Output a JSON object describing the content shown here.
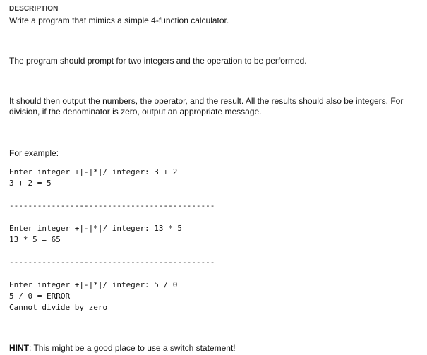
{
  "heading": "DESCRIPTION",
  "paragraphs": {
    "intro": "Write a program that mimics a simple 4-function calculator.",
    "prompt": "The program should prompt for two integers and the operation to be performed.",
    "division": "It should then output the numbers, the operator, and the result.  All the results should also be integers. For division, if the denominator is zero, output an appropriate message.",
    "example_label": "For example:"
  },
  "examples": [
    {
      "lines": [
        "Enter integer +|-|*|/ integer: 3 + 2",
        "3 + 2 = 5"
      ]
    },
    {
      "lines": [
        "Enter integer +|-|*|/ integer: 13 * 5",
        "13 * 5 = 65"
      ]
    },
    {
      "lines": [
        "Enter integer +|-|*|/ integer: 5 / 0",
        "5 / 0 = ERROR",
        "Cannot divide by zero"
      ]
    }
  ],
  "separator": "--------------------------------------------",
  "hint": {
    "label": "HINT",
    "text": ": This might be a good place to use a switch statement!"
  }
}
